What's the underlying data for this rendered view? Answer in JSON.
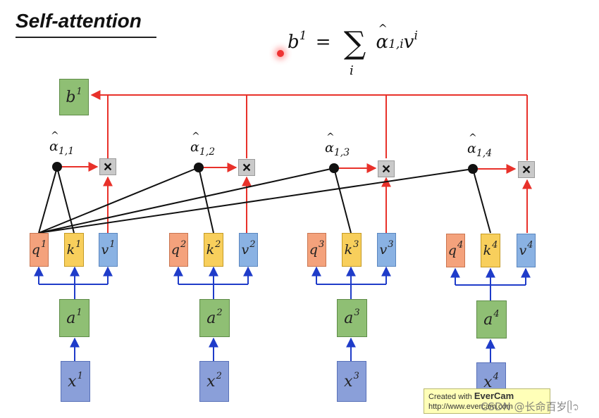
{
  "title": "Self-attention",
  "formula": {
    "lhs": "b",
    "lhs_sup": "1",
    "equals": "=",
    "sum": "∑",
    "sum_sub": "i",
    "alpha": "α",
    "alpha_sub": "1,i",
    "v": "v",
    "v_sup": "i"
  },
  "output": {
    "letter": "b",
    "sup": "1"
  },
  "columns": [
    {
      "alpha_sub": "1,1",
      "x": "1",
      "a": "1",
      "q": "1",
      "k": "1",
      "v": "1"
    },
    {
      "alpha_sub": "1,2",
      "x": "2",
      "a": "2",
      "q": "2",
      "k": "2",
      "v": "2"
    },
    {
      "alpha_sub": "1,3",
      "x": "3",
      "a": "3",
      "q": "3",
      "k": "3",
      "v": "3"
    },
    {
      "alpha_sub": "1,4",
      "x": "4",
      "a": "4",
      "q": "4",
      "k": "4",
      "v": "4"
    }
  ],
  "letters": {
    "x": "x",
    "a": "a",
    "q": "q",
    "k": "k",
    "v": "v",
    "alpha": "α",
    "times": "×"
  },
  "colors": {
    "red_arrow": "#e8312a",
    "blue_arrow": "#1f3cc9",
    "black_line": "#111111"
  },
  "watermark": {
    "prefix": "Created with ",
    "brand": "EverCam",
    "url": "http://www.evercam.com"
  },
  "csdn": "CSDN @长命百岁ᥫ᭡"
}
